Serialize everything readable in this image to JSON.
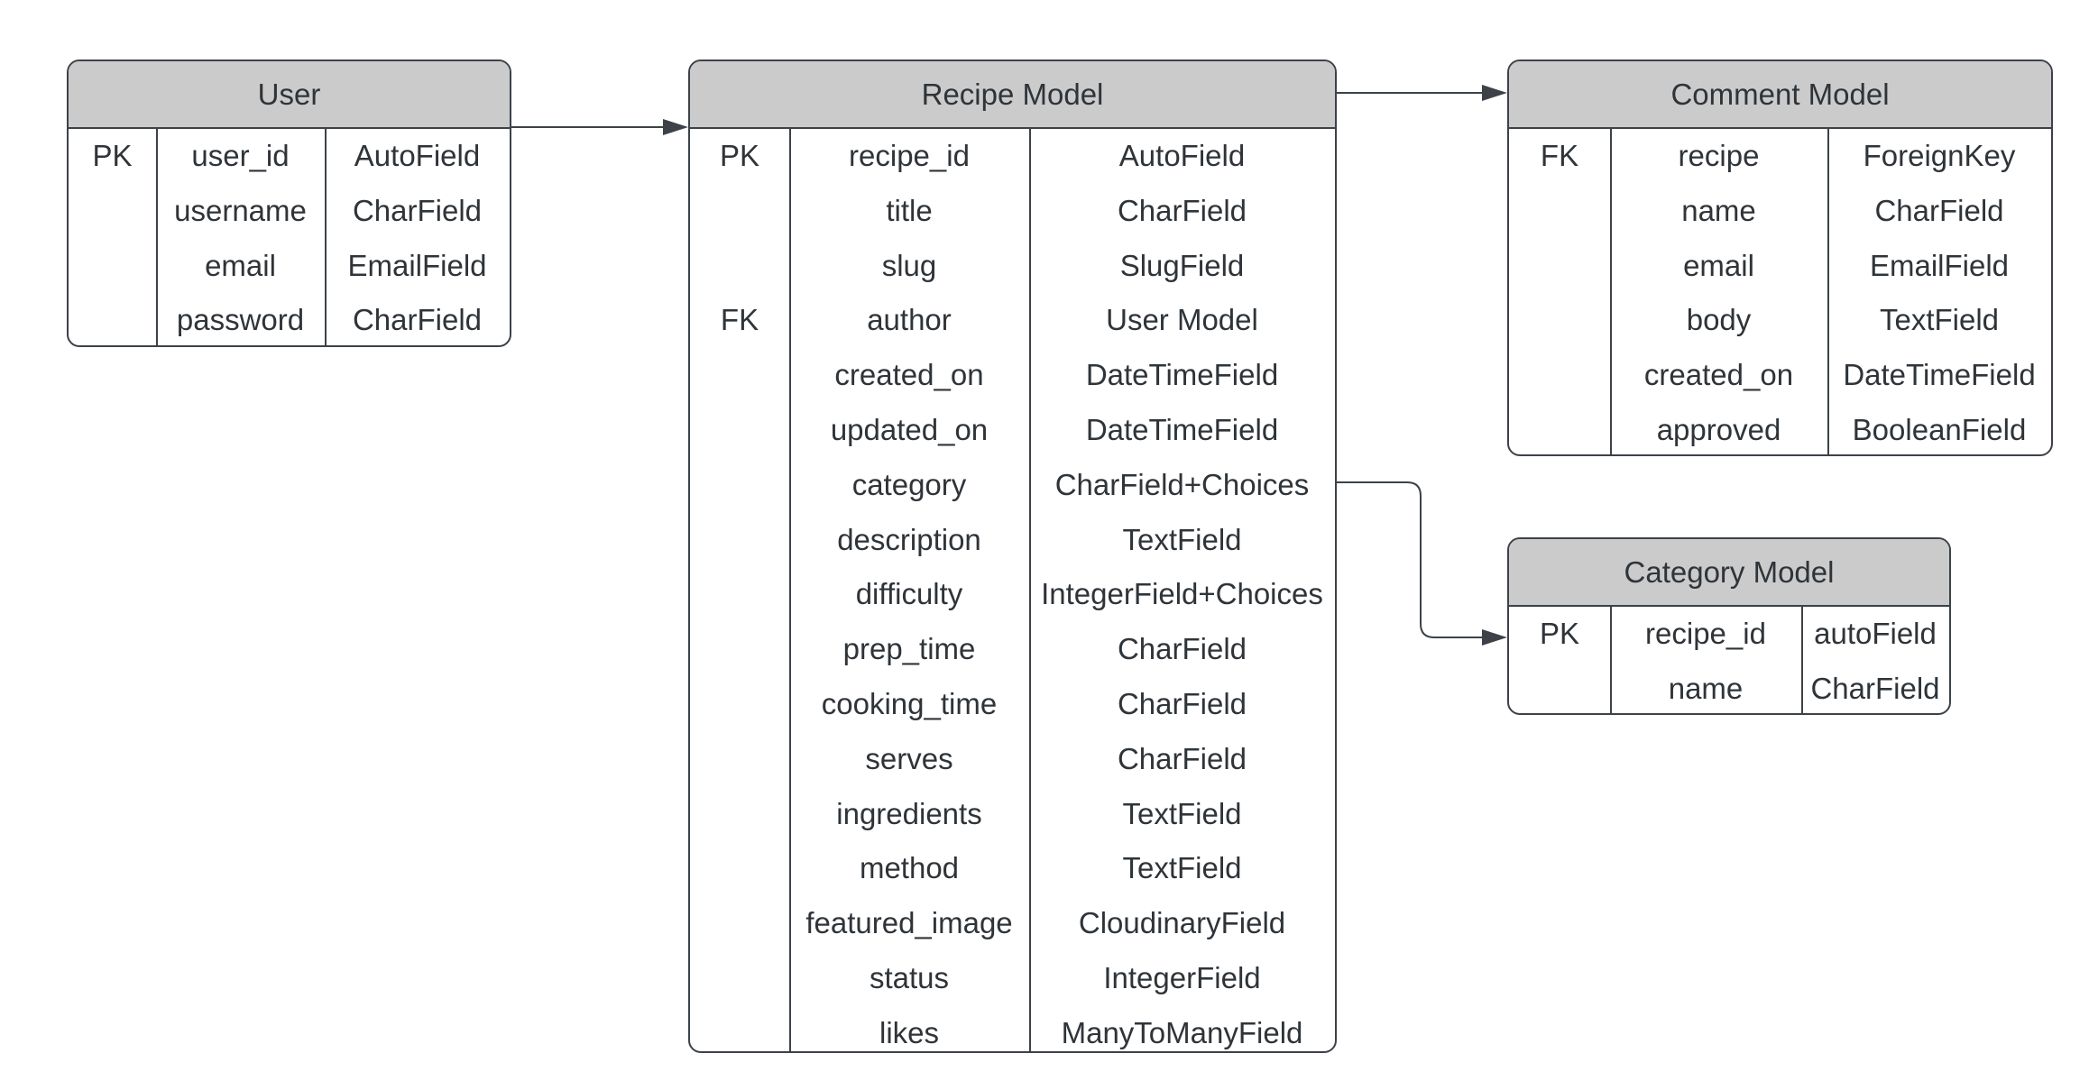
{
  "entities": {
    "user": {
      "title": "User",
      "rows": [
        {
          "key": "PK",
          "name": "user_id",
          "type": "AutoField"
        },
        {
          "key": "",
          "name": "username",
          "type": "CharField"
        },
        {
          "key": "",
          "name": "email",
          "type": "EmailField"
        },
        {
          "key": "",
          "name": "password",
          "type": "CharField"
        }
      ]
    },
    "recipe": {
      "title": "Recipe Model",
      "rows": [
        {
          "key": "PK",
          "name": "recipe_id",
          "type": "AutoField"
        },
        {
          "key": "",
          "name": "title",
          "type": "CharField"
        },
        {
          "key": "",
          "name": "slug",
          "type": "SlugField"
        },
        {
          "key": "FK",
          "name": "author",
          "type": "User Model"
        },
        {
          "key": "",
          "name": "created_on",
          "type": "DateTimeField"
        },
        {
          "key": "",
          "name": "updated_on",
          "type": "DateTimeField"
        },
        {
          "key": "",
          "name": "category",
          "type": "CharField+Choices"
        },
        {
          "key": "",
          "name": "description",
          "type": "TextField"
        },
        {
          "key": "",
          "name": "difficulty",
          "type": "IntegerField+Choices"
        },
        {
          "key": "",
          "name": "prep_time",
          "type": "CharField"
        },
        {
          "key": "",
          "name": "cooking_time",
          "type": "CharField"
        },
        {
          "key": "",
          "name": "serves",
          "type": "CharField"
        },
        {
          "key": "",
          "name": "ingredients",
          "type": "TextField"
        },
        {
          "key": "",
          "name": "method",
          "type": "TextField"
        },
        {
          "key": "",
          "name": "featured_image",
          "type": "CloudinaryField"
        },
        {
          "key": "",
          "name": "status",
          "type": "IntegerField"
        },
        {
          "key": "",
          "name": "likes",
          "type": "ManyToManyField"
        }
      ]
    },
    "comment": {
      "title": "Comment Model",
      "rows": [
        {
          "key": "FK",
          "name": "recipe",
          "type": "ForeignKey"
        },
        {
          "key": "",
          "name": "name",
          "type": "CharField"
        },
        {
          "key": "",
          "name": "email",
          "type": "EmailField"
        },
        {
          "key": "",
          "name": "body",
          "type": "TextField"
        },
        {
          "key": "",
          "name": "created_on",
          "type": "DateTimeField"
        },
        {
          "key": "",
          "name": "approved",
          "type": "BooleanField"
        }
      ]
    },
    "category": {
      "title": "Category Model",
      "rows": [
        {
          "key": "PK",
          "name": "recipe_id",
          "type": "autoField"
        },
        {
          "key": "",
          "name": "name",
          "type": "CharField"
        }
      ]
    }
  },
  "relations": [
    {
      "from": "User",
      "to": "Recipe Model"
    },
    {
      "from": "Recipe Model",
      "to": "Comment Model"
    },
    {
      "from": "Recipe Model.category",
      "to": "Category Model"
    }
  ],
  "colors": {
    "header_fill": "#cbcbcb",
    "stroke": "#3c4248",
    "text": "#2f3439",
    "background": "#ffffff"
  }
}
